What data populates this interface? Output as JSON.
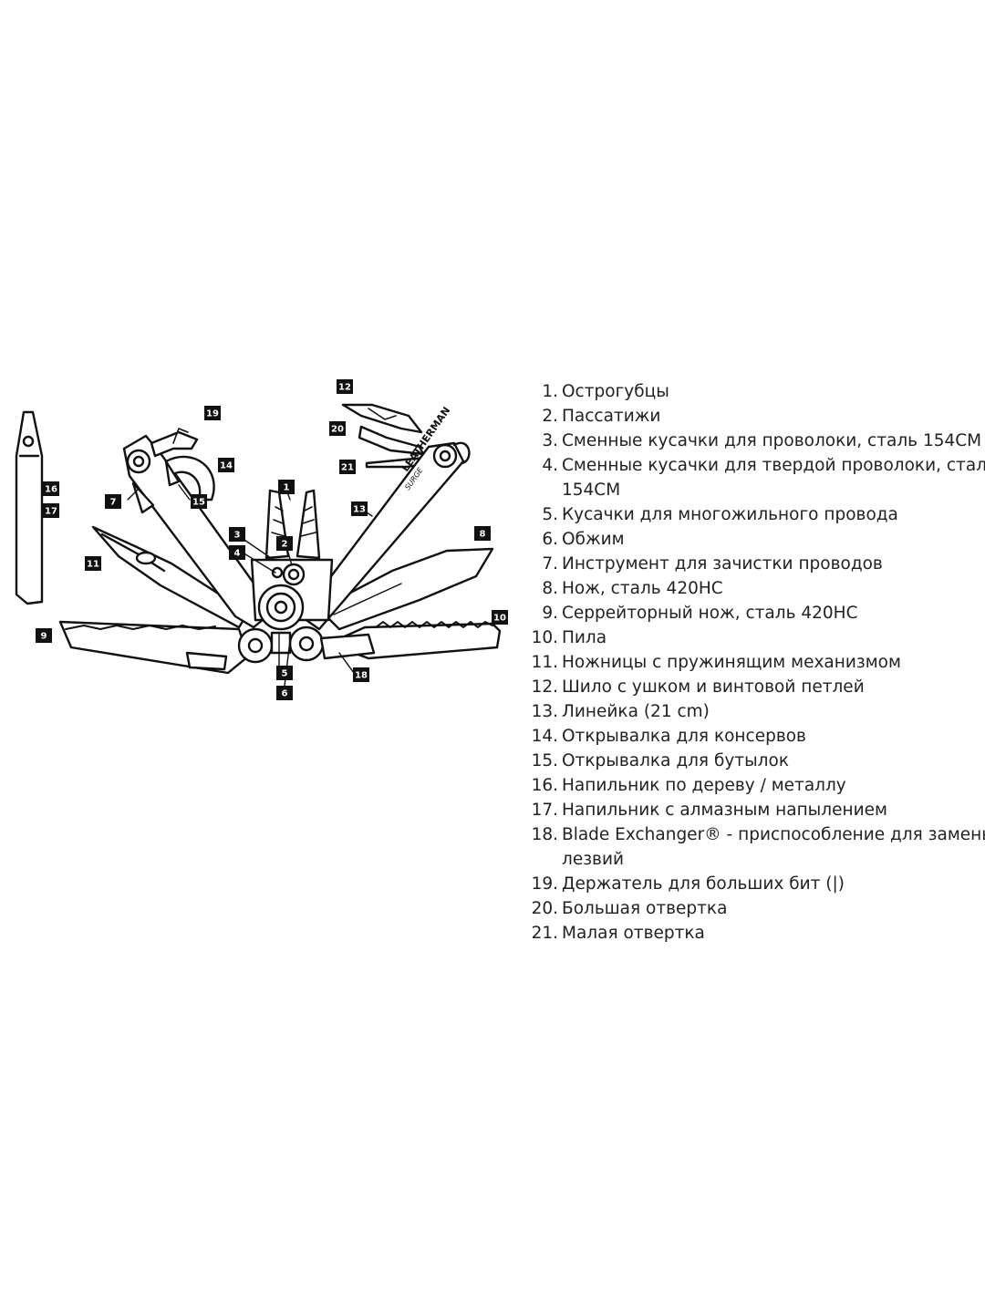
{
  "diagram": {
    "logo_text": "LEATHERMAN",
    "model_text": "SURGE",
    "callouts": [
      "1",
      "2",
      "3",
      "4",
      "5",
      "6",
      "7",
      "8",
      "9",
      "10",
      "11",
      "12",
      "13",
      "14",
      "15",
      "16",
      "17",
      "18",
      "19",
      "20",
      "21"
    ]
  },
  "legend": {
    "items": [
      {
        "num": "1.",
        "text": "Острогубцы"
      },
      {
        "num": "2.",
        "text": "Пассатижи"
      },
      {
        "num": "3.",
        "text": "Сменные кусачки для проволоки, сталь 154CM"
      },
      {
        "num": "4.",
        "text": "Сменные кусачки для твердой проволоки, сталь",
        "text2": "154CM"
      },
      {
        "num": "5.",
        "text": "Кусачки для многожильного провода"
      },
      {
        "num": "6.",
        "text": "Обжим"
      },
      {
        "num": "7.",
        "text": "Инструмент для зачистки проводов"
      },
      {
        "num": "8.",
        "text": "Нож, сталь 420HC"
      },
      {
        "num": "9.",
        "text": "Серрейторный нож, сталь 420HC"
      },
      {
        "num": "10.",
        "text": "Пила"
      },
      {
        "num": "11.",
        "text": "Ножницы с пружинящим механизмом"
      },
      {
        "num": "12.",
        "text": "Шило с ушком и винтовой петлей"
      },
      {
        "num": "13.",
        "text": "Линейка (21 cm)"
      },
      {
        "num": "14.",
        "text": "Открывалка для консервов"
      },
      {
        "num": "15.",
        "text": "Открывалка для бутылок"
      },
      {
        "num": "16.",
        "text": "Напильник по дереву / металлу"
      },
      {
        "num": "17.",
        "text": "Напильник с алмазным напылением"
      },
      {
        "num": "18.",
        "text": "Blade Exchanger® - приспособление для замены",
        "text2": "лезвий"
      },
      {
        "num": "19.",
        "text": "Держатель для больших бит (|)"
      },
      {
        "num": "20.",
        "text": "Большая отвертка"
      },
      {
        "num": "21.",
        "text": "Малая отвертка"
      }
    ]
  }
}
